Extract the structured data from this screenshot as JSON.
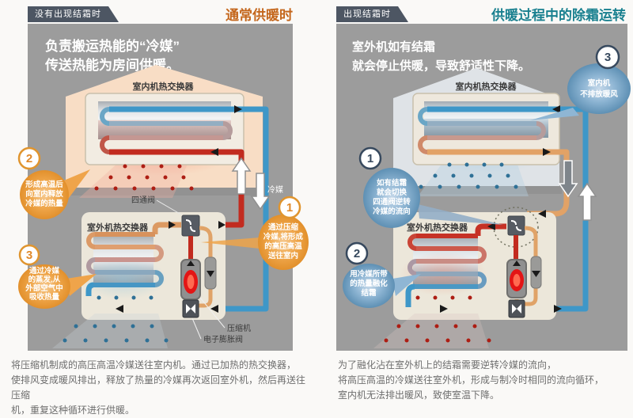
{
  "colors": {
    "panel_bg": "#9c9c9c",
    "badge_bg": "#4d5663",
    "left_accent": "#c4661c",
    "right_accent": "#19808f",
    "hot_pipe": "#c22b1f",
    "cold_pipe": "#3e97c8",
    "warm_pipe": "#e2a266",
    "step_orange": "#e0892a",
    "step_blue": "#37495e"
  },
  "left": {
    "tag": "没有出现结霜时",
    "title": "通常供暖时",
    "intro_line1": "负责搬运热能的“冷媒”",
    "intro_line2": "传送热能为房间供暖。",
    "indoor_label": "室内机热交换器",
    "outdoor_label": "室外机热交换器",
    "valve_label": "四通阀",
    "refrigerant_label": "冷媒",
    "compressor_label": "压缩机",
    "expansion_label": "电子膨胀阀",
    "step1": {
      "num": "1",
      "lines": [
        "通过压缩",
        "冷媒,将形成",
        "的高压高温",
        "送往室内"
      ]
    },
    "step2": {
      "num": "2",
      "lines": [
        "形成高温后",
        "向室内释放",
        "冷媒的热量"
      ]
    },
    "step3": {
      "num": "3",
      "lines": [
        "通过冷媒",
        "的蒸发,从",
        "外部空气中",
        "吸收热量"
      ]
    },
    "caption": [
      "将压缩机制成的高压高温冷媒送往室内机。通过已加热的热交换器，",
      "使排风变成暖风排出，释放了热量的冷媒再次返回室外机，然后再送往压缩",
      "机，重复这种循环进行供暖。"
    ]
  },
  "right": {
    "tag": "出现结霜时",
    "title": "供暖过程中的除霜运转",
    "intro_line1": "室外机如有结霜",
    "intro_line2": "就会停止供暖，导致舒适性下降。",
    "indoor_label": "室内机热交换器",
    "outdoor_label": "室外机热交换器",
    "step1": {
      "num": "1",
      "lines": [
        "如有结霜",
        "就会切换",
        "四通阀逆转",
        "冷媒的流向"
      ]
    },
    "step2": {
      "num": "2",
      "lines": [
        "用冷媒所带",
        "的热量融化",
        "结霜"
      ]
    },
    "step3": {
      "num": "3",
      "lines": [
        "室内机",
        "不排放暖风"
      ]
    },
    "caption": [
      "为了融化沾在室外机上的结霜需要逆转冷媒的流向，",
      "将高压高温的冷媒送往室外机，形成与制冷时相同的流向循环，",
      "室内机无法排出暖风，致使室温下降。"
    ]
  }
}
